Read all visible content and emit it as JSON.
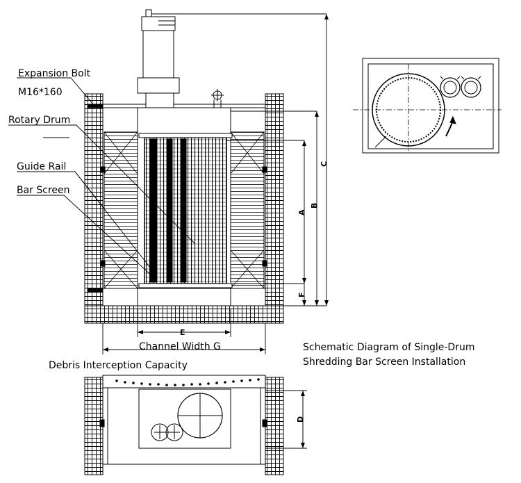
{
  "labels": {
    "expansion_bolt": "Expansion Bolt",
    "bolt_size": "M16*160",
    "rotary_drum": "Rotary Drum",
    "guide_rail": "Guide Rail",
    "bar_screen": "Bar Screen",
    "debris_capacity": "Debris Interception Capacity",
    "channel_width": "Channel Width G"
  },
  "dimensions": {
    "a": "A",
    "b": "B",
    "c": "C",
    "d": "D",
    "e": "E",
    "f": "F"
  },
  "title": {
    "line1": "Schematic Diagram of Single-Drum",
    "line2": "Shredding Bar Screen Installation"
  }
}
